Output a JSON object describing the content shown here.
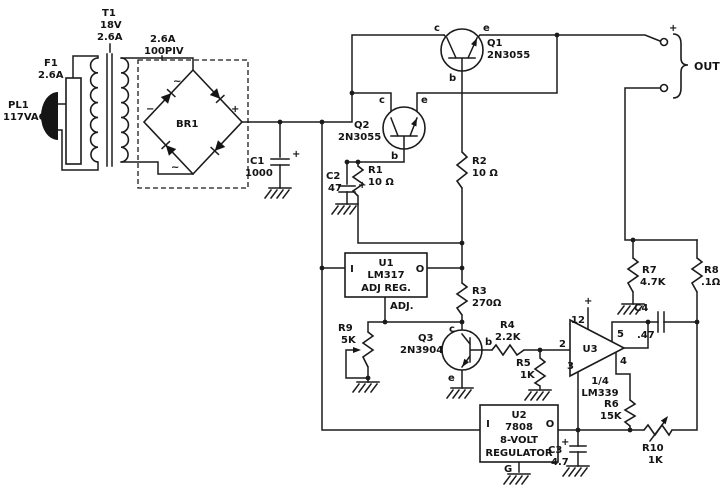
{
  "source": {
    "plug_ref": "PL1",
    "plug_voltage": "117VAC",
    "fuse_ref": "F1",
    "fuse_rating": "2.6A"
  },
  "transformer": {
    "ref": "T1",
    "voltage": "18V",
    "current": "2.6A"
  },
  "bridge": {
    "ref": "BR1",
    "rating_current": "2.6A",
    "rating_piv": "100PIV",
    "plus": "+",
    "minus": "−",
    "ac_tilde": "~"
  },
  "capacitors": {
    "c1": {
      "ref": "C1",
      "value": "1000"
    },
    "c2": {
      "ref": "C2",
      "value": "47"
    },
    "c3": {
      "ref": "C3",
      "value": "4.7"
    },
    "c4": {
      "ref": "C4",
      "value": ".47"
    },
    "polarity_plus": "+"
  },
  "resistors": {
    "r1": {
      "ref": "R1",
      "value": "10 Ω"
    },
    "r2": {
      "ref": "R2",
      "value": "10 Ω"
    },
    "r3": {
      "ref": "R3",
      "value": "270Ω"
    },
    "r4": {
      "ref": "R4",
      "value": "2.2K"
    },
    "r5": {
      "ref": "R5",
      "value": "1K"
    },
    "r6": {
      "ref": "R6",
      "value": "15K"
    },
    "r7": {
      "ref": "R7",
      "value": "4.7K"
    },
    "r8": {
      "ref": "R8",
      "value": ".1Ω"
    },
    "r9": {
      "ref": "R9",
      "value": "5K"
    },
    "r10": {
      "ref": "R10",
      "value": "1K"
    }
  },
  "transistors": {
    "q1": {
      "ref": "Q1",
      "part": "2N3055",
      "c": "c",
      "b": "b",
      "e": "e"
    },
    "q2": {
      "ref": "Q2",
      "part": "2N3055",
      "c": "c",
      "b": "b",
      "e": "e"
    },
    "q3": {
      "ref": "Q3",
      "part": "2N3904",
      "c": "c",
      "b": "b",
      "e": "e"
    }
  },
  "u1": {
    "ref": "U1",
    "part": "LM317",
    "desc": "ADJ REG.",
    "pin_in": "I",
    "pin_out": "O",
    "pin_adj": "ADJ."
  },
  "u2": {
    "ref": "U2",
    "part": "7808",
    "desc1": "8-VOLT",
    "desc2": "REGULATOR",
    "pin_in": "I",
    "pin_out": "O",
    "pin_gnd": "G"
  },
  "u3": {
    "ref": "U3",
    "fraction": "1/4",
    "part": "LM339",
    "pin12": "12",
    "pin5": "5",
    "pin2": "2",
    "pin3": "3",
    "pin4": "4",
    "plus": "+"
  },
  "output": {
    "label": "OUT",
    "plus": "+"
  }
}
